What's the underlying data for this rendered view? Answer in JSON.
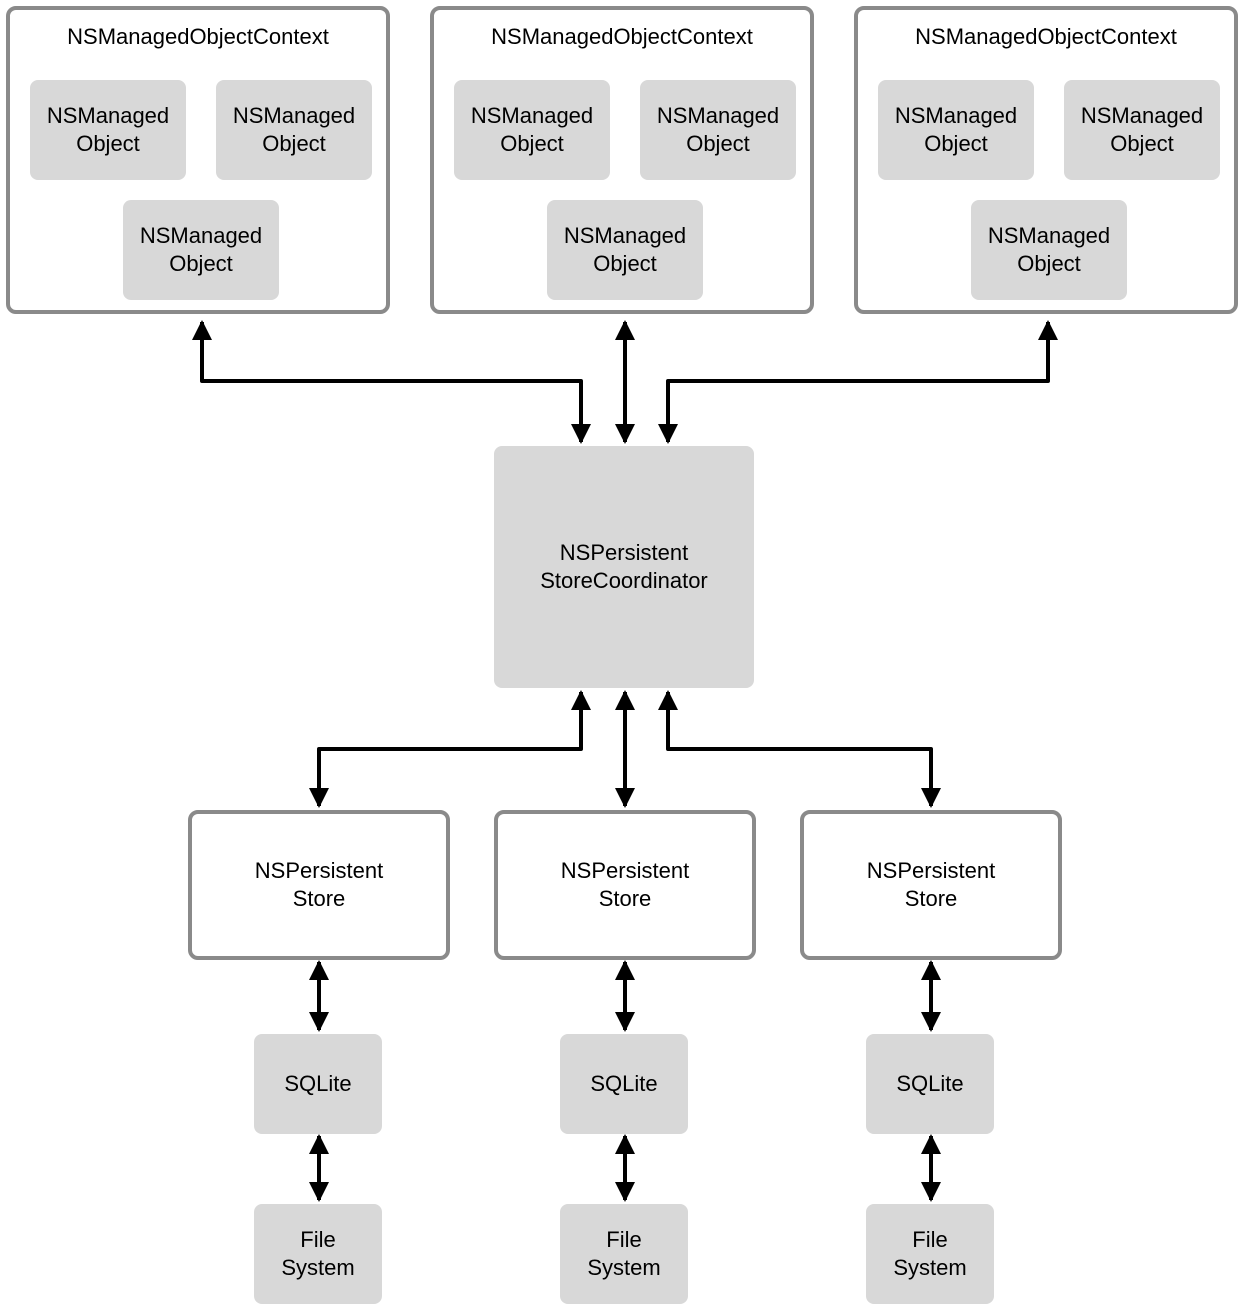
{
  "contexts": [
    {
      "title": "NSManagedObjectContext",
      "objects": [
        [
          "NSManaged",
          "Object"
        ],
        [
          "NSManaged",
          "Object"
        ],
        [
          "NSManaged",
          "Object"
        ]
      ]
    },
    {
      "title": "NSManagedObjectContext",
      "objects": [
        [
          "NSManaged",
          "Object"
        ],
        [
          "NSManaged",
          "Object"
        ],
        [
          "NSManaged",
          "Object"
        ]
      ]
    },
    {
      "title": "NSManagedObjectContext",
      "objects": [
        [
          "NSManaged",
          "Object"
        ],
        [
          "NSManaged",
          "Object"
        ],
        [
          "NSManaged",
          "Object"
        ]
      ]
    }
  ],
  "coordinator": {
    "lines": [
      "NSPersistent",
      "StoreCoordinator"
    ]
  },
  "stores": [
    {
      "lines": [
        "NSPersistent",
        "Store"
      ],
      "db": "SQLite",
      "fs": [
        "File",
        "System"
      ]
    },
    {
      "lines": [
        "NSPersistent",
        "Store"
      ],
      "db": "SQLite",
      "fs": [
        "File",
        "System"
      ]
    },
    {
      "lines": [
        "NSPersistent",
        "Store"
      ],
      "db": "SQLite",
      "fs": [
        "File",
        "System"
      ]
    }
  ],
  "colors": {
    "box_fill": "#d8d8d8",
    "border": "#8a8a8a",
    "arrow": "#000000"
  }
}
